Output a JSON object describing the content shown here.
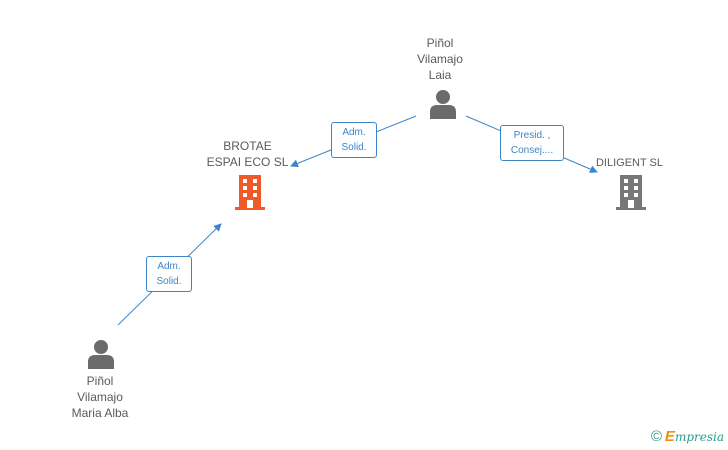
{
  "nodes": {
    "person_laia": {
      "lines": [
        "Piñol",
        "Vilamajo",
        "Laia"
      ],
      "type": "person"
    },
    "company_brotae": {
      "lines": [
        "BROTAE",
        "ESPAI ECO SL"
      ],
      "type": "company",
      "color": "#f05a28"
    },
    "company_diligent": {
      "lines": [
        "DILIGENT SL"
      ],
      "type": "company",
      "color": "#777777"
    },
    "person_maria": {
      "lines": [
        "Piñol",
        "Vilamajo",
        "Maria Alba"
      ],
      "type": "person"
    }
  },
  "edges": [
    {
      "from": "Piñol Vilamajo Laia",
      "to": "BROTAE ESPAI ECO SL",
      "lines": [
        "Adm.",
        "Solid."
      ]
    },
    {
      "from": "Piñol Vilamajo Laia",
      "to": "DILIGENT SL",
      "lines": [
        "Presid. ,",
        "Consej...."
      ]
    },
    {
      "from": "Piñol Vilamajo Maria Alba",
      "to": "BROTAE ESPAI ECO SL",
      "lines": [
        "Adm.",
        "Solid."
      ]
    }
  ],
  "colors": {
    "edge": "#3d85c6",
    "person": "#6b6b6b"
  },
  "icons": {
    "person": "person-icon",
    "company": "building-icon"
  },
  "footer": {
    "copyright": "©",
    "brand_initial": "E",
    "brand_rest": "mpresia"
  }
}
